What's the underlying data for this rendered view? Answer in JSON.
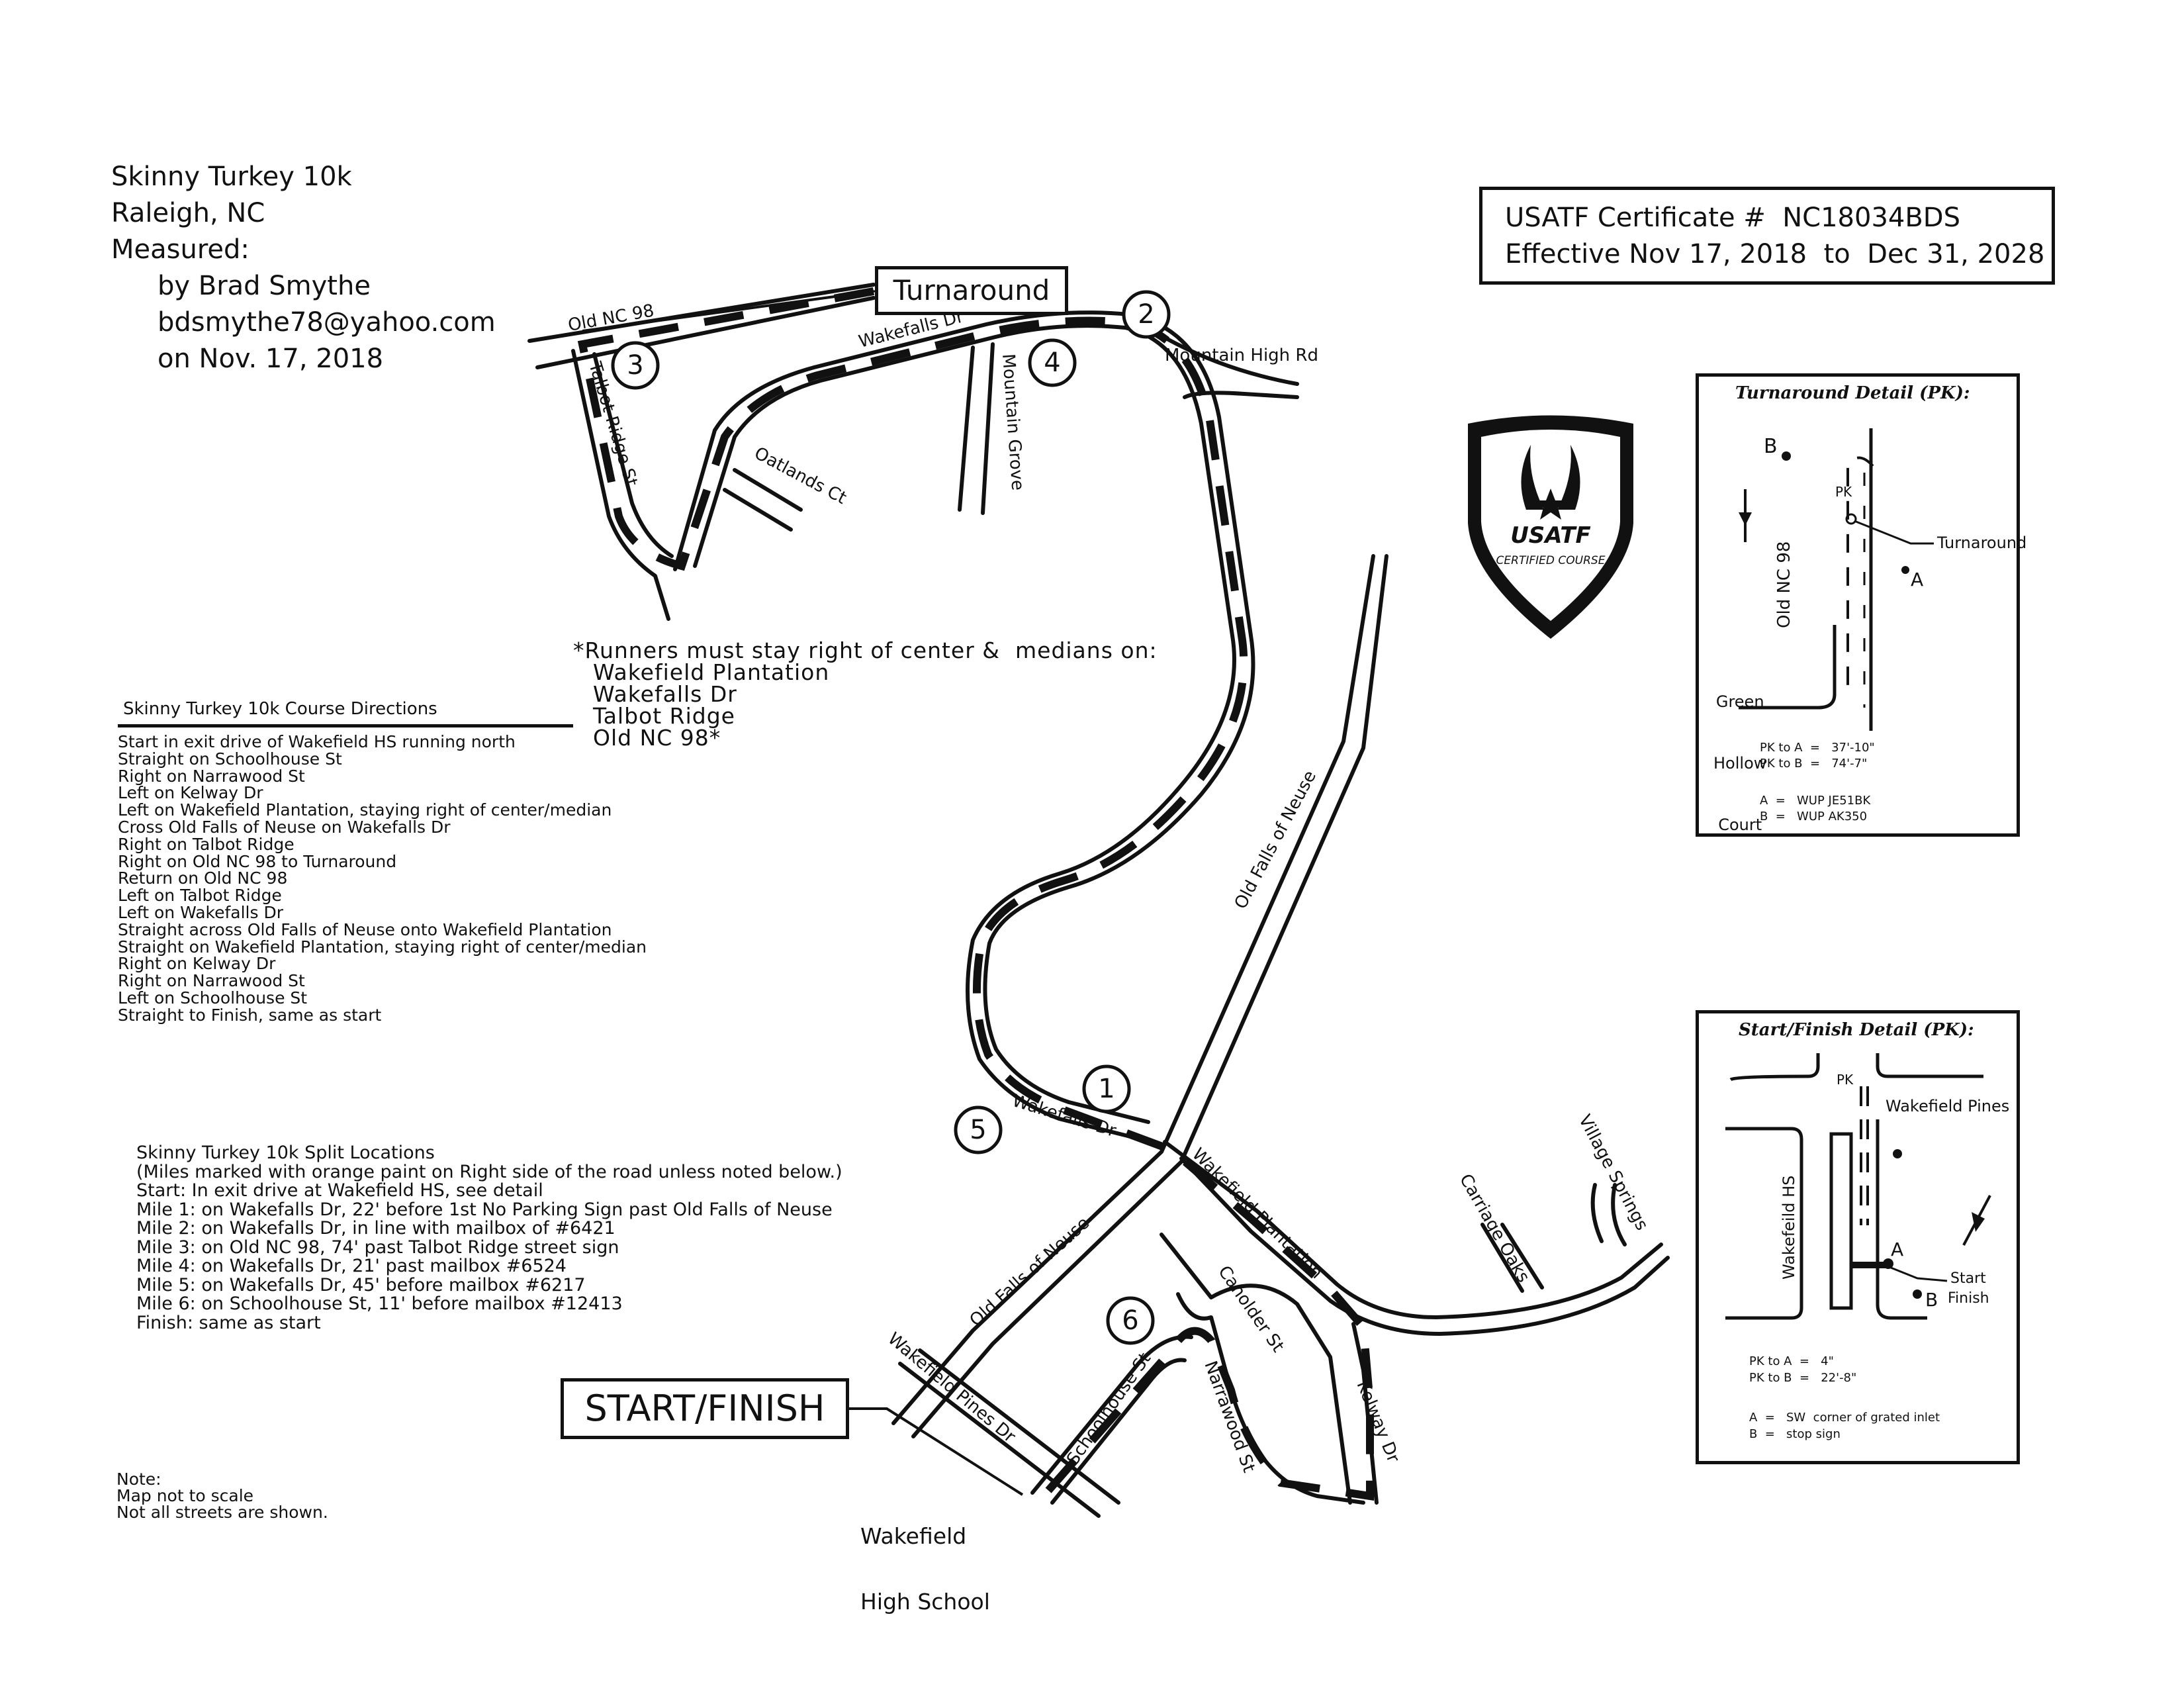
{
  "header": {
    "lines": [
      "Skinny Turkey 10k",
      "Raleigh, NC",
      "Measured:"
    ],
    "indented": [
      "by Brad Smythe",
      "bdsmythe78@yahoo.com",
      "on Nov. 17, 2018"
    ]
  },
  "certificate": {
    "line1": "USATF Certificate #  NC18034BDS",
    "line2": "Effective Nov 17, 2018  to  Dec 31, 2028"
  },
  "logo": {
    "name": "USATF",
    "subtitle": "CERTIFIED COURSE",
    "icon": "winged-star-shield-icon"
  },
  "labels": {
    "turnaround": "Turnaround",
    "start_finish": "START/FINISH",
    "school": [
      "Wakefield",
      "High School"
    ]
  },
  "streets": {
    "old_nc_98": "Old NC 98",
    "talbot_ridge": "Talbot Ridge St",
    "oatlands": "Oatlands Ct",
    "wakefalls_top": "Wakefalls Dr",
    "mountain_grove": "Mountain Grove",
    "mountain_high": "Mountain High Rd",
    "old_falls_upper": "Old Falls of Neuse",
    "old_falls_lower": "Old Falls of Neuse",
    "wakefalls_lower": "Wakefalls Dr",
    "wakefield_plantation": "Wakefield Plantation",
    "carriage_oaks": "Carriage Oaks",
    "village_springs": "Village Springs",
    "wakefield_pines": "Wakefield Pines Dr",
    "schoolhouse": "Schoolhouse St",
    "canolder": "Canolder St",
    "narrawood": "Narrawood St",
    "kelway": "Kelway Dr"
  },
  "miles": [
    "1",
    "2",
    "3",
    "4",
    "5",
    "6"
  ],
  "runners_note": [
    "*Runners must stay right of center &  medians on:",
    "Wakefield Plantation",
    "Wakefalls Dr",
    "Talbot Ridge",
    "Old NC 98*"
  ],
  "directions": {
    "title": "Skinny Turkey 10k Course Directions",
    "steps": [
      "Start in exit drive of Wakefield HS running north",
      "Straight on Schoolhouse St",
      "Right on Narrawood St",
      "Left on Kelway Dr",
      "Left on Wakefield Plantation, staying right of center/median",
      "Cross Old Falls of Neuse on Wakefalls Dr",
      "Right on Talbot Ridge",
      "Right on Old NC 98 to Turnaround",
      "Return on Old NC 98",
      "Left on Talbot Ridge",
      "Left on Wakefalls Dr",
      "Straight across Old Falls of Neuse onto Wakefield Plantation",
      "Straight on Wakefield Plantation, staying right of center/median",
      "Right on Kelway Dr",
      "Right on Narrawood St",
      "Left on Schoolhouse St",
      "Straight to Finish, same as start"
    ]
  },
  "splits": {
    "title": "Skinny Turkey 10k Split Locations",
    "lines": [
      "(Miles marked with orange paint on Right side of the road unless noted below.)",
      "Start: In exit drive at Wakefield HS, see detail",
      "Mile 1: on Wakefalls Dr, 22' before 1st No Parking Sign past Old Falls of Neuse",
      "Mile 2: on Wakefalls Dr, in line with mailbox of #6421",
      "Mile 3: on Old NC 98, 74' past Talbot Ridge street sign",
      "Mile 4: on Wakefalls Dr, 21' past mailbox #6524",
      "Mile 5: on Wakefalls Dr, 45' before mailbox #6217",
      "Mile 6: on Schoolhouse St, 11' before mailbox #12413",
      "Finish: same as start"
    ]
  },
  "note": [
    "Note:",
    "Map not to scale",
    "Not all streets are shown."
  ],
  "turnaround_detail": {
    "title": "Turnaround Detail (PK):",
    "b": "B",
    "a": "A",
    "pk": "PK",
    "turnaround": "Turnaround",
    "road": "Old NC 98",
    "green": [
      "Green",
      "Hollow",
      "Court"
    ],
    "pk_a": "PK to A  =   37'-10\"",
    "pk_b": "PK to B  =   74'-7\"",
    "a_def": "A  =   WUP JE51BK",
    "b_def": "B  =   WUP AK350"
  },
  "start_detail": {
    "title": "Start/Finish Detail (PK):",
    "pk": "PK",
    "pines": "Wakefield Pines",
    "school": "Wakefeild HS",
    "a": "A",
    "b": "B",
    "start": "Start",
    "finish": "Finish",
    "pk_a": "PK to A  =   4\"",
    "pk_b": "PK to B  =   22'-8\"",
    "a_def": "A  =   SW  corner of grated inlet",
    "b_def": "B  =   stop sign"
  }
}
